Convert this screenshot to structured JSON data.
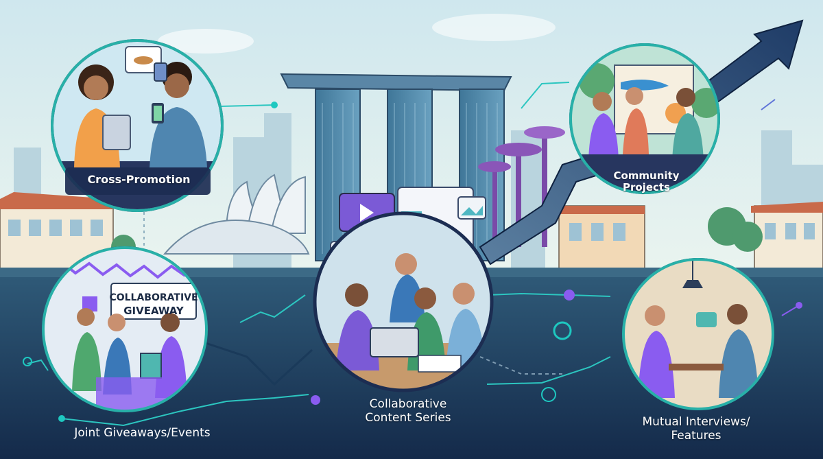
{
  "nodes": {
    "cross_promotion": {
      "label": "Cross-Promotion"
    },
    "community_projects": {
      "label_line1": "Community",
      "label_line2": "Projects"
    },
    "joint_giveaways": {
      "label": "Joint Giveaways/Events",
      "banner_line1": "COLLABORATIVE",
      "banner_line2": "GIVEAWAY"
    },
    "content_series": {
      "label_line1": "Collaborative",
      "label_line2": "Content Series"
    },
    "mutual_interviews": {
      "label_line1": "Mutual Interviews/",
      "label_line2": "Features"
    }
  },
  "colors": {
    "sky_top": "#cfe7ee",
    "sky_bottom": "#eaf4ef",
    "water_top": "#2f5a78",
    "water_bottom": "#142a4a",
    "tower": "#4f86a8",
    "supertree": "#8a56b8",
    "node_ring": "#28b0a8",
    "label_bg": "#1c2d52",
    "arrow": "#1f3c67",
    "accent_purple": "#8a5cf0",
    "accent_teal": "#1ec8c0"
  }
}
